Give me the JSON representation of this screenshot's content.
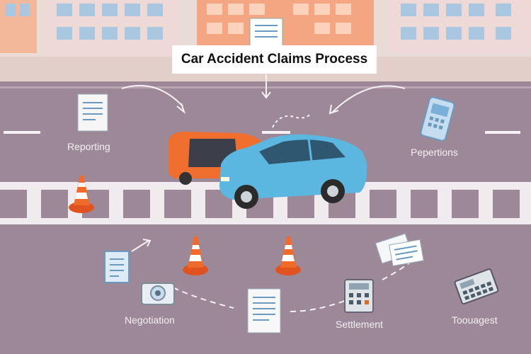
{
  "title": "Car Accident Claims Process",
  "labels": {
    "reporting": "Reporting",
    "pepertions": "Pepertions",
    "negotiation": "Negotiation",
    "settlement": "Settlement",
    "toolagest": "Toouagest"
  },
  "colors": {
    "road": "#9c8896",
    "sky_buildings": "#e9d9d3",
    "orange_building": "#f4a682",
    "blue_car": "#5bb6e0",
    "orange_car": "#f06f2e",
    "cone": "#f26a2a",
    "crosswalk": "#f0ebee"
  },
  "icons": [
    "document-icon",
    "phone-icon",
    "form-icon",
    "camera-icon",
    "papers-icon",
    "calculator-icon",
    "cone-icon",
    "arrow-icon"
  ]
}
